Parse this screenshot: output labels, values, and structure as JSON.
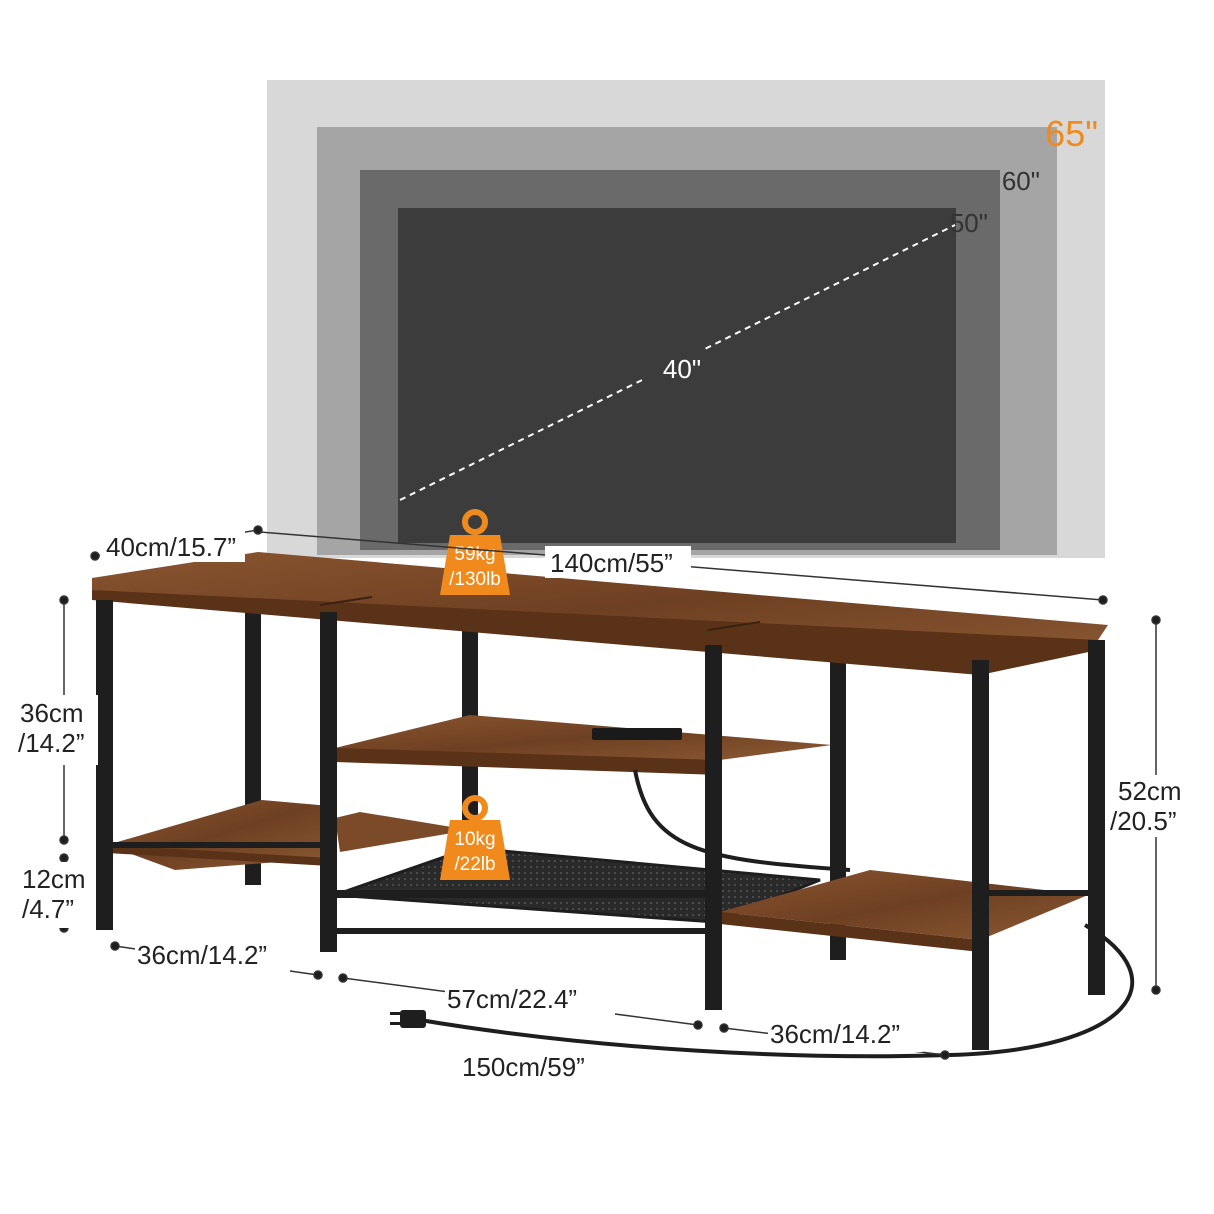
{
  "tv_sizes": [
    {
      "label": "65\"",
      "color": "#d8d8d8",
      "label_color": "#f08a1c"
    },
    {
      "label": "60\"",
      "color": "#a5a5a5",
      "label_color": "#333333"
    },
    {
      "label": "50\"",
      "color": "#6a6a6a",
      "label_color": "#333333"
    },
    {
      "label": "40\"",
      "color": "#3c3c3c",
      "label_color": "#ffffff"
    }
  ],
  "dimensions": {
    "depth": "40cm/15.7”",
    "width": "140cm/55”",
    "top_shelf_height_cm": "36cm",
    "top_shelf_height_in": "/14.2”",
    "bottom_clearance_cm": "12cm",
    "bottom_clearance_in": "/4.7”",
    "total_height_cm": "52cm",
    "total_height_in": "/20.5”",
    "left_compartment": "36cm/14.2”",
    "middle_compartment": "57cm/22.4”",
    "right_compartment": "36cm/14.2”",
    "cord_length": "150cm/59”"
  },
  "weights": {
    "top_kg": "59kg",
    "top_lb": "/130lb",
    "mesh_kg": "10kg",
    "mesh_lb": "/22lb"
  },
  "colors": {
    "accent": "#f08a1c",
    "wood": "#7a4a28",
    "wood_dark": "#5a3218",
    "metal": "#1e1e1e"
  }
}
